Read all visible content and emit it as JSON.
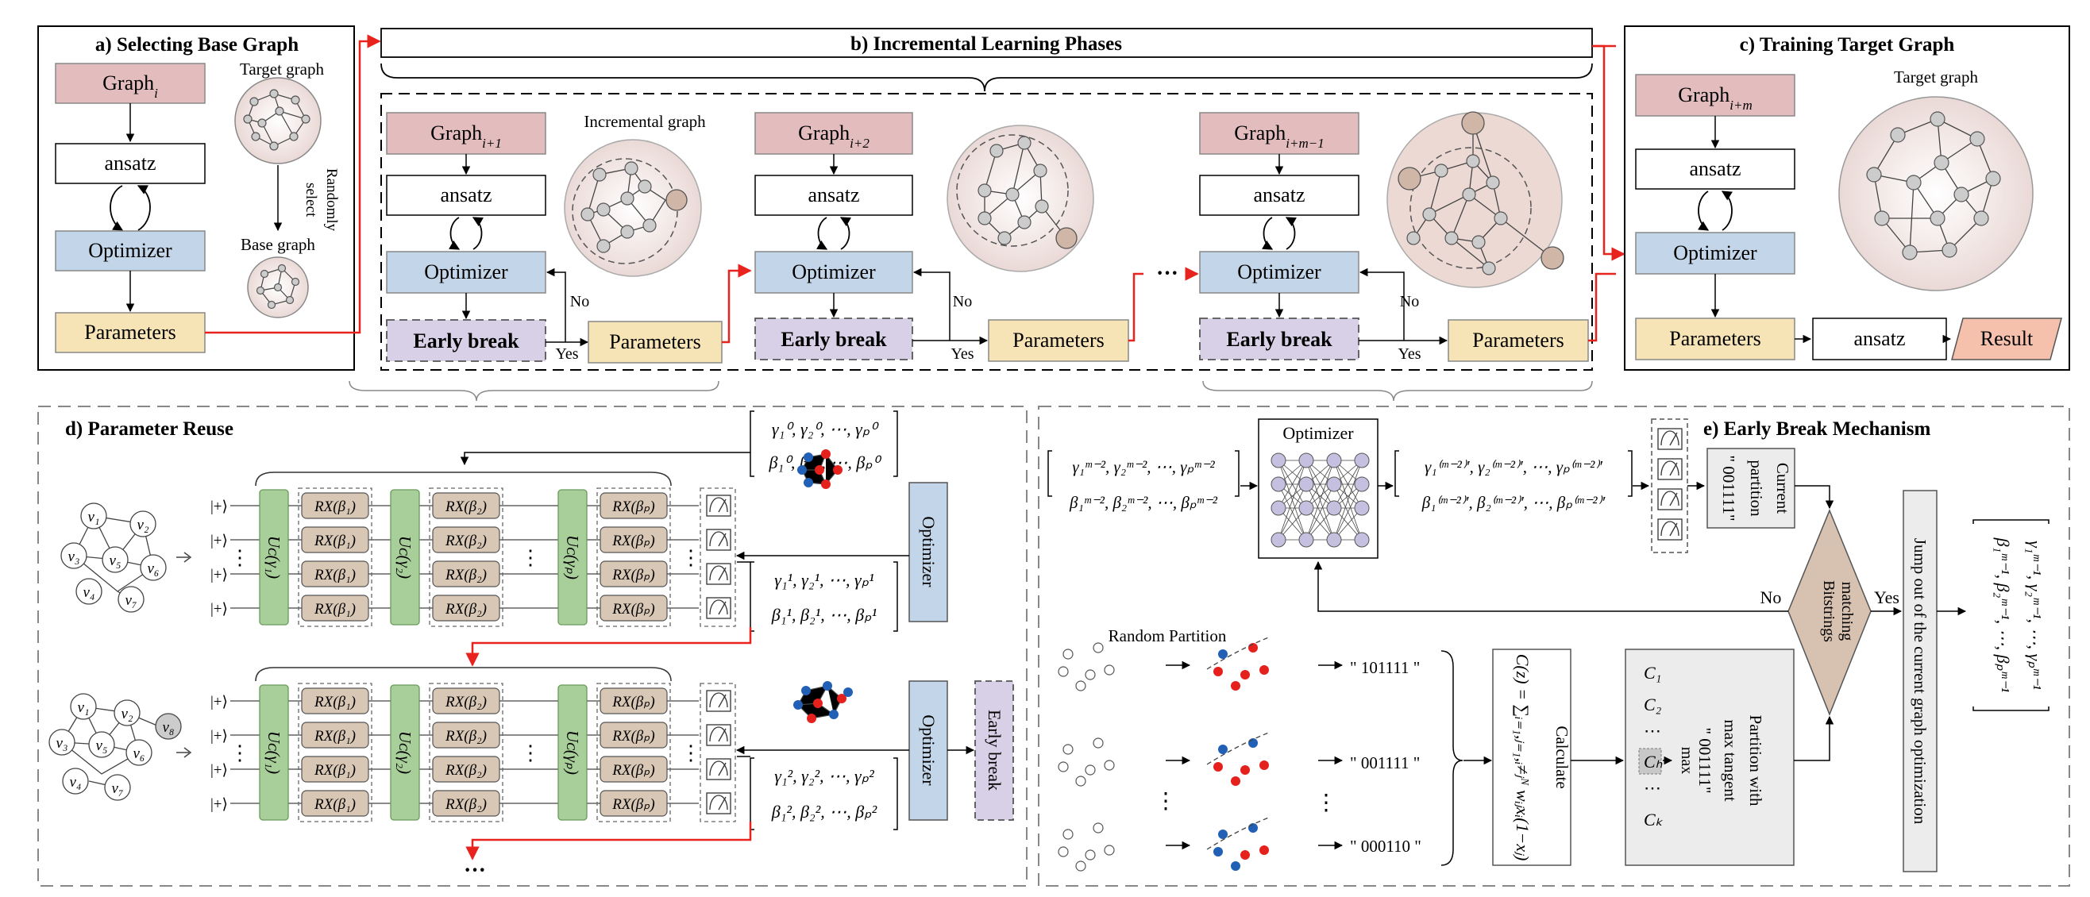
{
  "panel_a": {
    "title": "a) Selecting Base Graph",
    "graph_label": "Graph",
    "graph_sub": "i",
    "ansatz": "ansatz",
    "optimizer": "Optimizer",
    "parameters": "Parameters",
    "target_graph": "Target graph",
    "randomly": "Randomly",
    "select": "select",
    "base_graph": "Base graph"
  },
  "panel_b": {
    "title": "b) Incremental Learning Phases",
    "incremental_graph": "Incremental graph",
    "ellipsis": "···",
    "phases": [
      {
        "graph_sub": "i+1",
        "ansatz": "ansatz",
        "optimizer": "Optimizer",
        "early_break": "Early break",
        "parameters": "Parameters",
        "no": "No",
        "yes": "Yes"
      },
      {
        "graph_sub": "i+2",
        "ansatz": "ansatz",
        "optimizer": "Optimizer",
        "early_break": "Early break",
        "parameters": "Parameters",
        "no": "No",
        "yes": "Yes"
      },
      {
        "graph_sub": "i+m−1",
        "ansatz": "ansatz",
        "optimizer": "Optimizer",
        "early_break": "Early break",
        "parameters": "Parameters",
        "no": "No",
        "yes": "Yes"
      }
    ]
  },
  "panel_c": {
    "title": "c) Training Target Graph",
    "graph_label": "Graph",
    "graph_sub": "i+m",
    "target_graph": "Target graph",
    "ansatz": "ansatz",
    "optimizer": "Optimizer",
    "parameters": "Parameters",
    "ansatz2": "ansatz",
    "result": "Result"
  },
  "panel_d": {
    "title": "d) Parameter Reuse",
    "ket": "|+⟩",
    "rx": [
      "RX(β₁)",
      "RX(β₂)",
      "RX(βₚ)"
    ],
    "uc": [
      "Uᴄ(γ₁)",
      "Uᴄ(γ₂)",
      "Uᴄ(γₚ)"
    ],
    "optimizer": "Optimizer",
    "early_break": "Early break",
    "graph1_nodes": [
      "v₁",
      "v₂",
      "v₃",
      "v₅",
      "v₆",
      "v₄",
      "v₇"
    ],
    "graph2_nodes": [
      "v₁",
      "v₂",
      "v₈",
      "v₃",
      "v₅",
      "v₆",
      "v₄",
      "v₇"
    ],
    "params0_gamma": "γ₁⁰, γ₂⁰, ⋯, γₚ⁰",
    "params0_beta": "β₁⁰, β₂⁰, ⋯, βₚ⁰",
    "params1_gamma": "γ₁¹, γ₂¹, ⋯, γₚ¹",
    "params1_beta": "β₁¹, β₂¹, ⋯, βₚ¹",
    "params2_gamma": "γ₁², γ₂², ⋯, γₚ²",
    "params2_beta": "β₁², β₂², ⋯, βₚ²",
    "ellipsis": "···"
  },
  "panel_e": {
    "title": "e) Early Break Mechanism",
    "optimizer": "Optimizer",
    "in_gamma": "γ₁ᵐ⁻², γ₂ᵐ⁻², ⋯, γₚᵐ⁻²",
    "in_beta": "β₁ᵐ⁻², β₂ᵐ⁻², ⋯, βₚᵐ⁻²",
    "out_gamma": "γ₁⁽ᵐ⁻²⁾′, γ₂⁽ᵐ⁻²⁾′, ⋯, γₚ⁽ᵐ⁻²⁾′",
    "out_beta": "β₁⁽ᵐ⁻²⁾′, β₂⁽ᵐ⁻²⁾′, ⋯, βₚ⁽ᵐ⁻²⁾′",
    "current_partition": [
      "Current",
      "partition",
      "\" 001111\""
    ],
    "bitstrings": [
      "Bitstrings",
      "matching"
    ],
    "no": "No",
    "yes": "Yes",
    "jump_out": "Jump out of the current graph optimization",
    "final_gamma": "γ₁ᵐ⁻¹, γ₂ᵐ⁻¹, ⋯, γₚᵐ⁻¹",
    "final_beta": "β₁ᵐ⁻¹, β₂ᵐ⁻¹, ⋯, βₚᵐ⁻¹",
    "random_partition": "Random Partition",
    "bitstring_list": [
      "\" 101111 \"",
      "\" 001111 \"",
      "\" 000110 \""
    ],
    "vdots": "⋮",
    "calculate": "Calculate",
    "cost_function": "C(z) = ∑ᵢ₌₁,ⱼ₌₁,ᵢ≠ⱼᴺ wᵢⱼxᵢ(1−xⱼ)",
    "c_list": [
      "C₁",
      "C₂",
      "⋯",
      "Cₕ",
      "⋯",
      "Cₖ"
    ],
    "max": "max",
    "partition_max": [
      "Partition with",
      "max tangent",
      "\" 001111\""
    ]
  },
  "colors": {
    "graph_fill": "#e3bcbe",
    "ansatz_fill": "#ffffff",
    "optimizer_fill": "#c3d5e8",
    "parameters_fill": "#f6e4b6",
    "early_break_fill": "#d7d0e6",
    "result_fill": "#f5c1ad",
    "uc_fill": "#a8cf9a",
    "rx_fill": "#d8c7b5",
    "red_arrow": "#e8221c",
    "node_fill": "#c8c8c8",
    "node_red": "#e5211e",
    "node_blue": "#2260b5",
    "bitstring_fill": "#ececec",
    "diamond_fill": "#d7c1b0"
  }
}
